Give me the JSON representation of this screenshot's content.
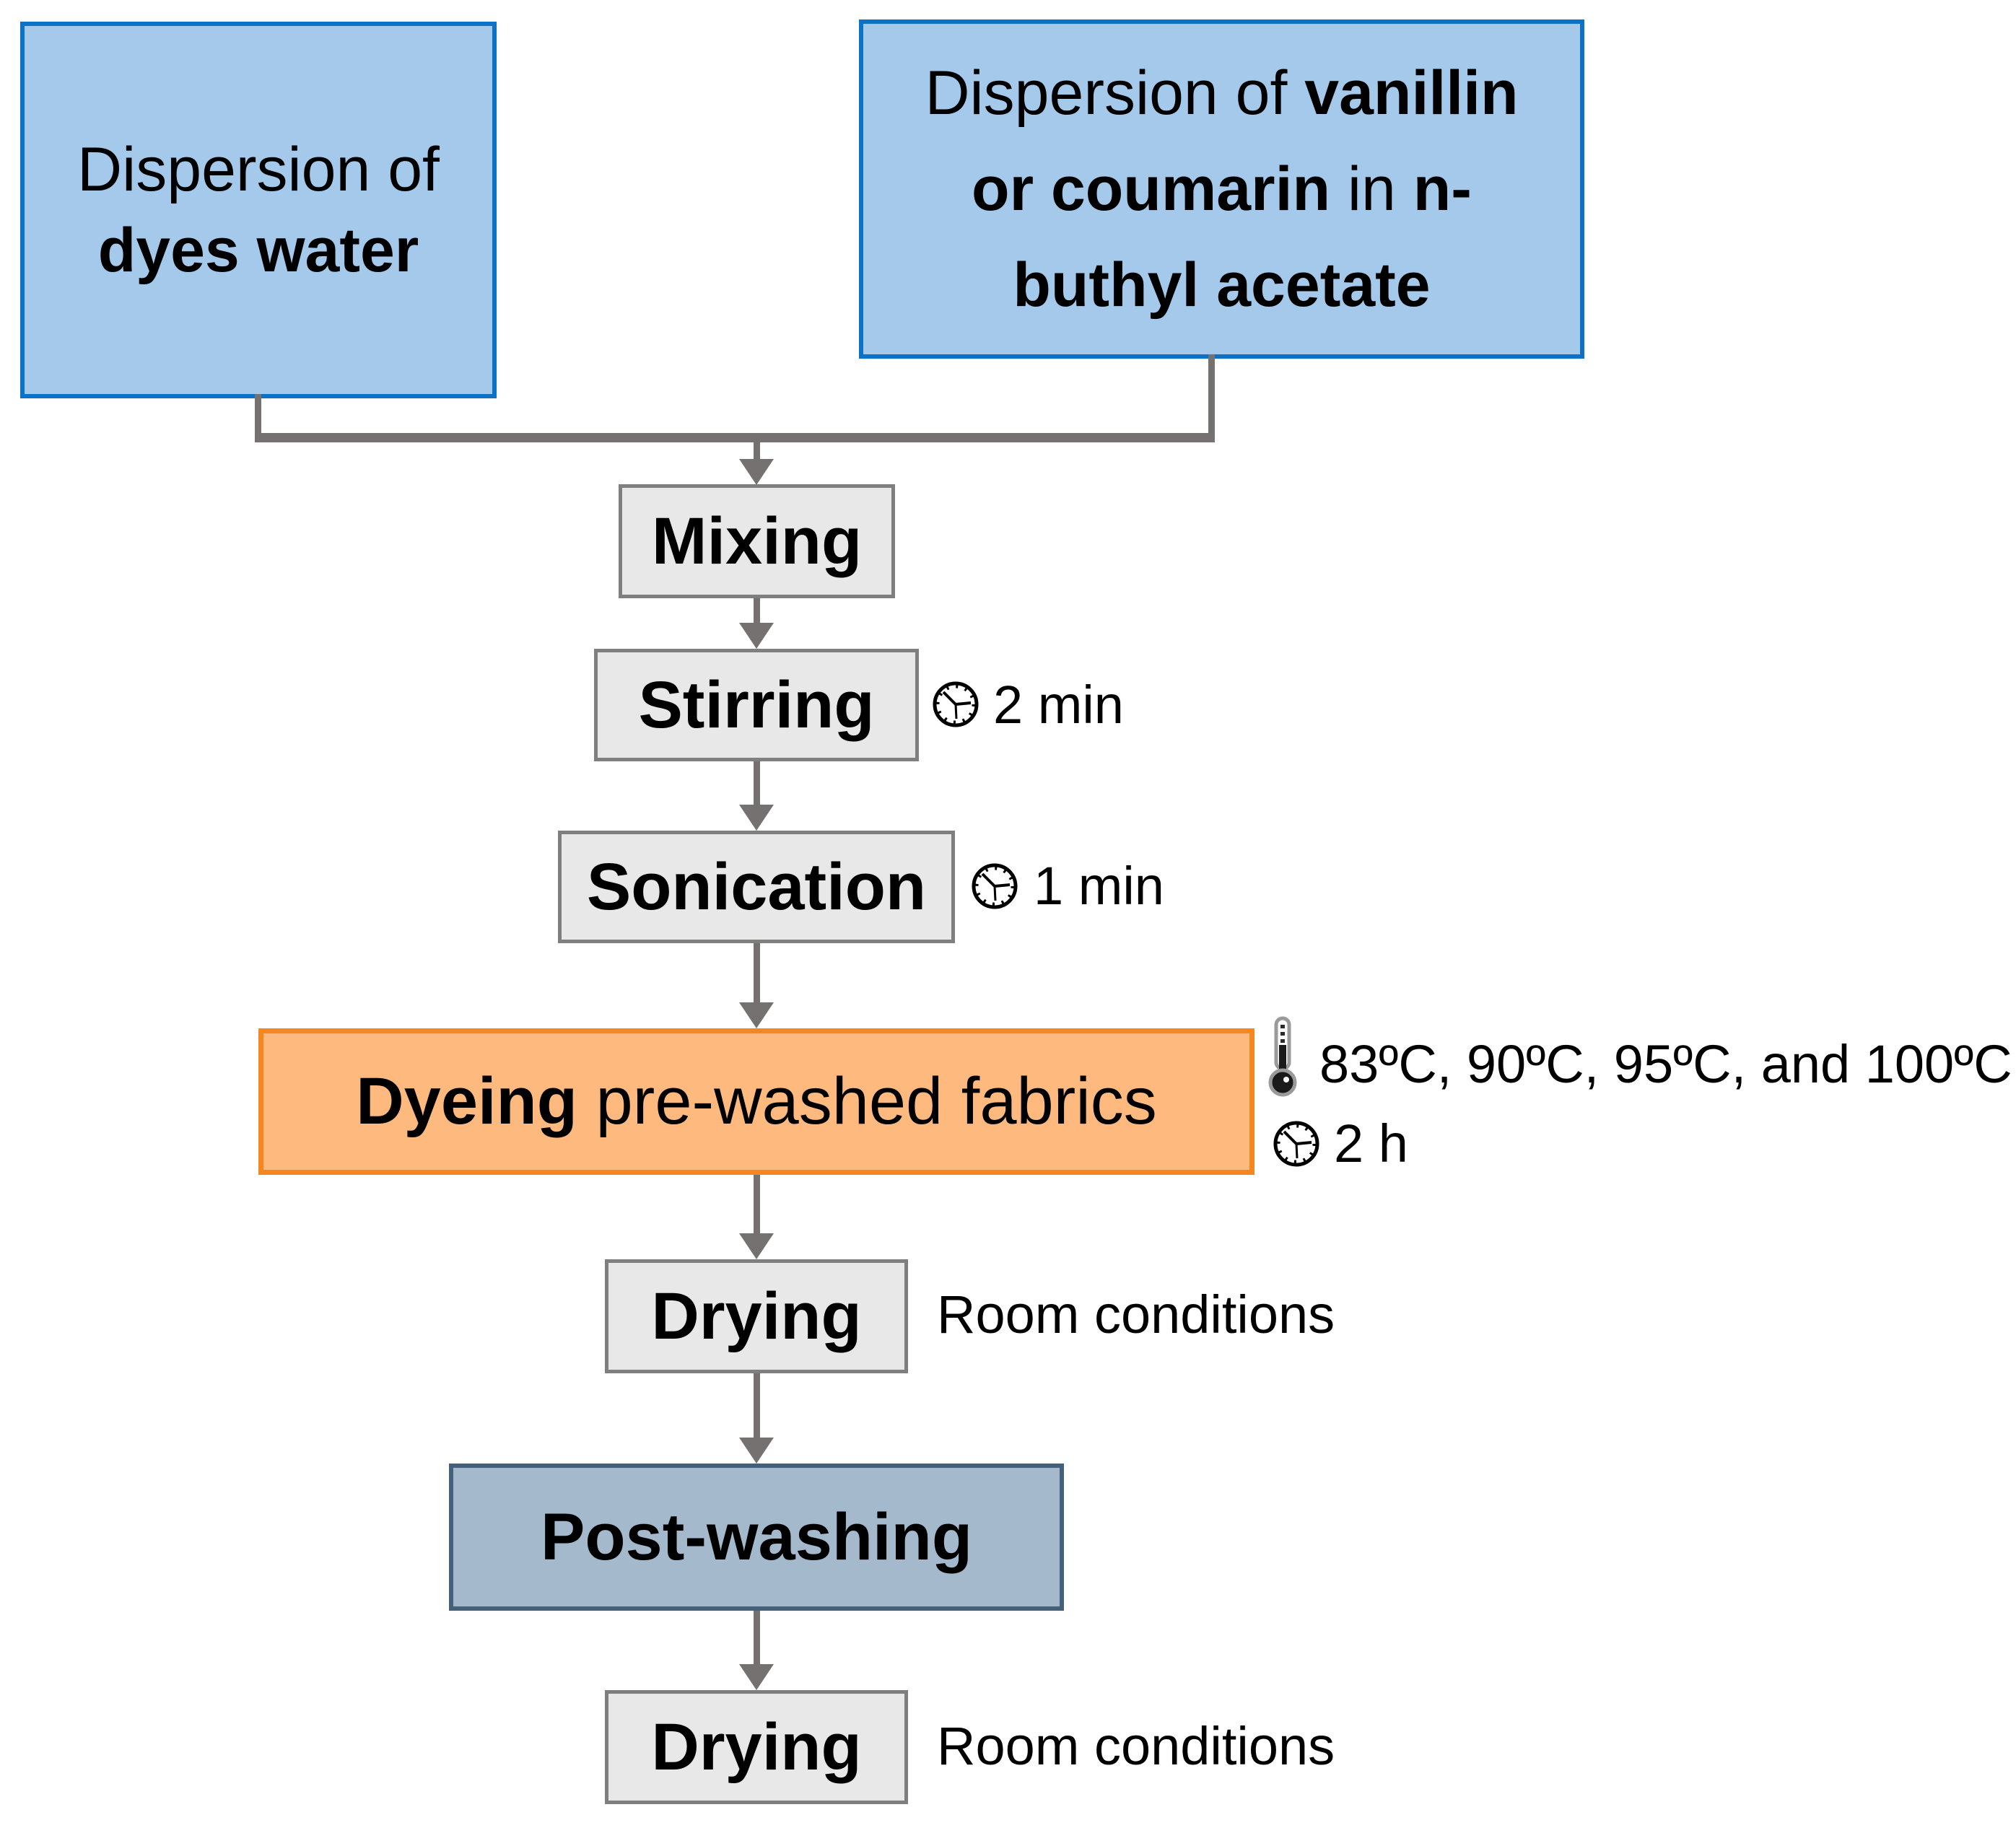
{
  "figure": {
    "type": "process-flowchart",
    "colors": {
      "source_fill": "#A5C9EB",
      "source_border": "#0B72C7",
      "process_fill": "#E9E8E8",
      "process_border": "#7F7F7F",
      "dyeing_fill": "#FDB97E",
      "dyeing_border": "#F6861F",
      "postwash_fill": "#A4B9CC",
      "postwash_border": "#44607A",
      "connector": "#767171",
      "text": "#000000"
    },
    "icons": {
      "clock": "clock-icon",
      "thermometer": "thermometer-icon"
    },
    "sources": {
      "water": {
        "line1": "Dispersion of",
        "line2": "dyes water"
      },
      "dye": {
        "l1a": "Dispersion of ",
        "l1b": "vanillin",
        "l2a": "or coumarin",
        "l2b": " in ",
        "l2c": "n-",
        "l3": "buthyl acetate"
      }
    },
    "steps": {
      "mixing": {
        "label": "Mixing"
      },
      "stirring": {
        "label": "Stirring",
        "duration": "2 min"
      },
      "sonication": {
        "label": "Sonication",
        "duration": "1 min"
      },
      "dyeing": {
        "label_emphasis": "Dyeing",
        "label_rest": " pre-washed fabrics",
        "temperatures": "83ºC, 90ºC, 95ºC, and 100ºC",
        "duration": "2 h"
      },
      "drying_1": {
        "label": "Drying",
        "note": "Room conditions"
      },
      "post_washing": {
        "label": "Post-washing"
      },
      "drying_2": {
        "label": "Drying",
        "note": "Room conditions"
      }
    }
  }
}
